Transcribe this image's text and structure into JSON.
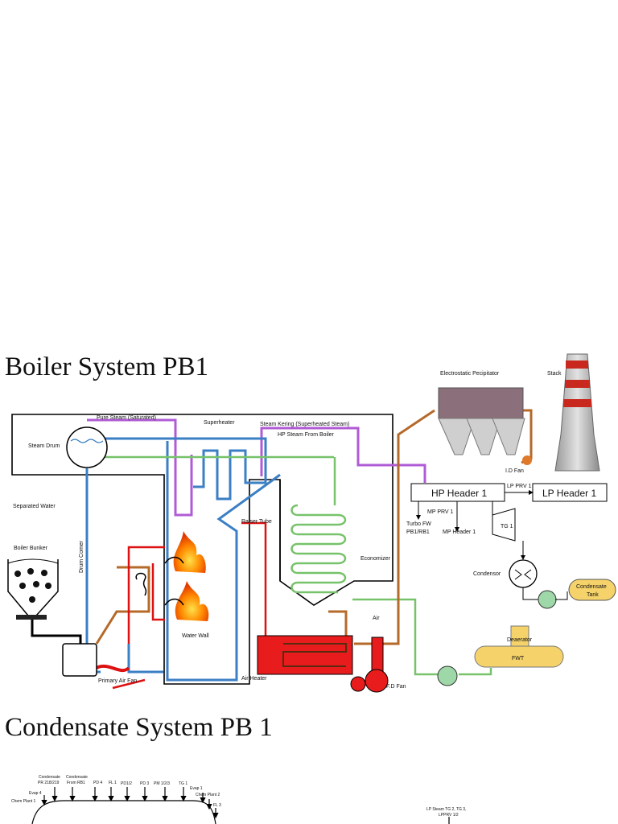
{
  "titles": {
    "boiler": "Boiler System PB1",
    "condensate": "Condensate System PB 1"
  },
  "boiler_labels": {
    "pure_steam": "Pure Steam (Saturated)",
    "superheater": "Superheater",
    "steam_kering": "Steam Kering (Superheated Steam)",
    "hp_steam": "HP Steam From Boiler",
    "steam_drum": "Steam Drum",
    "separated_water": "Separated Water",
    "raiser_tube": "Raiser Tube",
    "economizer": "Economizer",
    "boiler_bunker": "Boiler Bunker",
    "drum_comer": "Drum Comer",
    "water_wall": "Water Wall",
    "air_heater": "Air Heater",
    "primary_air_fan": "Primary Air Fan",
    "air": "Air",
    "fd_fan": "F.D Fan",
    "esp": "Electrostatic Pecipitator",
    "stack": "Stack",
    "id_fan": "I.D Fan",
    "hp_header": "HP Header 1",
    "lp_header": "LP Header 1",
    "lp_prv": "LP PRV 1",
    "mp_prv": "MP PRV 1",
    "turbo_fw": "Turbo FW",
    "turbo_fw_2": "PB1/RB1",
    "mp_header": "MP Header 1",
    "tg1": "TG 1",
    "condensor": "Condensor",
    "condensate_tank_1": "Condensate",
    "condensate_tank_2": "Tank",
    "deaerator": "Deaerator",
    "fwt": "FWT"
  },
  "condensate_labels": {
    "c1a": "Condensate",
    "c1b": "PR 218/219",
    "c2a": "Condensate",
    "c2b": "From RB1",
    "pd4": "PD 4",
    "fl1": "FL 1",
    "pd12": "PD1/2",
    "pd3": "PD 3",
    "pm123": "PM 1/2/3",
    "tg1": "TG 1",
    "evap1": "Evap 1",
    "evap4": "Evap 4",
    "chem1": "Chem Plant 1",
    "chem2": "Chem Plant 2",
    "fl3": "FL 3",
    "lp1": "LP Steam TG 2, TG 3,",
    "lp2": "LPPRV 1/2"
  }
}
